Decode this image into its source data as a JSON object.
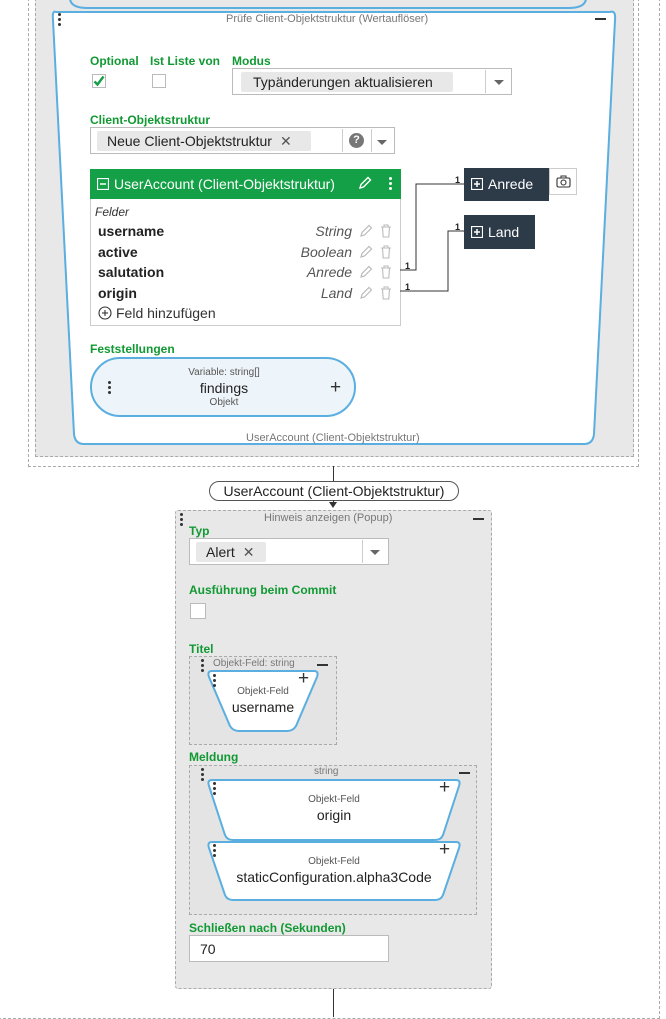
{
  "check_block": {
    "title": "Prüfe Client-Objektstruktur (Wertauflöser)",
    "footer": "UserAccount (Client-Objektstruktur)",
    "optional_label": "Optional",
    "optional_checked": true,
    "list_label": "Ist Liste von",
    "list_checked": false,
    "mode_label": "Modus",
    "mode_value": "Typänderungen aktualisieren",
    "struct_label": "Client-Objektstruktur",
    "struct_value": "Neue Client-Objektstruktur",
    "help_symbol": "?",
    "chip_close": "✕"
  },
  "struct_card": {
    "title": "UserAccount (Client-Objektstruktur)",
    "section_label": "Felder",
    "fields": [
      {
        "name": "username",
        "type": "String"
      },
      {
        "name": "active",
        "type": "Boolean"
      },
      {
        "name": "salutation",
        "type": "Anrede"
      },
      {
        "name": "origin",
        "type": "Land"
      }
    ],
    "add_field": "Feld hinzufügen"
  },
  "related": {
    "anrede": "Anrede",
    "land": "Land",
    "cardinality": "1"
  },
  "findings": {
    "label": "Feststellungen",
    "caption": "Variable: string[]",
    "name": "findings",
    "kind": "Objekt"
  },
  "connector": {
    "label": "UserAccount (Client-Objektstruktur)"
  },
  "popup_block": {
    "title": "Hinweis anzeigen (Popup)",
    "type_label": "Typ",
    "type_value": "Alert",
    "chip_close": "✕",
    "commit_label": "Ausführung beim Commit",
    "commit_checked": false,
    "title_label": "Titel",
    "title_group_header": "Objekt-Feld: string",
    "title_item_caption": "Objekt-Feld",
    "title_item_value": "username",
    "message_label": "Meldung",
    "message_group_header": "string",
    "message_items": [
      {
        "caption": "Objekt-Feld",
        "value": "origin"
      },
      {
        "caption": "Objekt-Feld",
        "value": "staticConfiguration.alpha3Code"
      }
    ],
    "close_label": "Schließen nach (Sekunden)",
    "close_value": "70"
  },
  "colors": {
    "accent_green": "#14a046",
    "label_green": "#119933",
    "outline_blue": "#5aaee0",
    "dark_box": "#2d3a47",
    "canvas_grey": "#e8e8e8"
  }
}
